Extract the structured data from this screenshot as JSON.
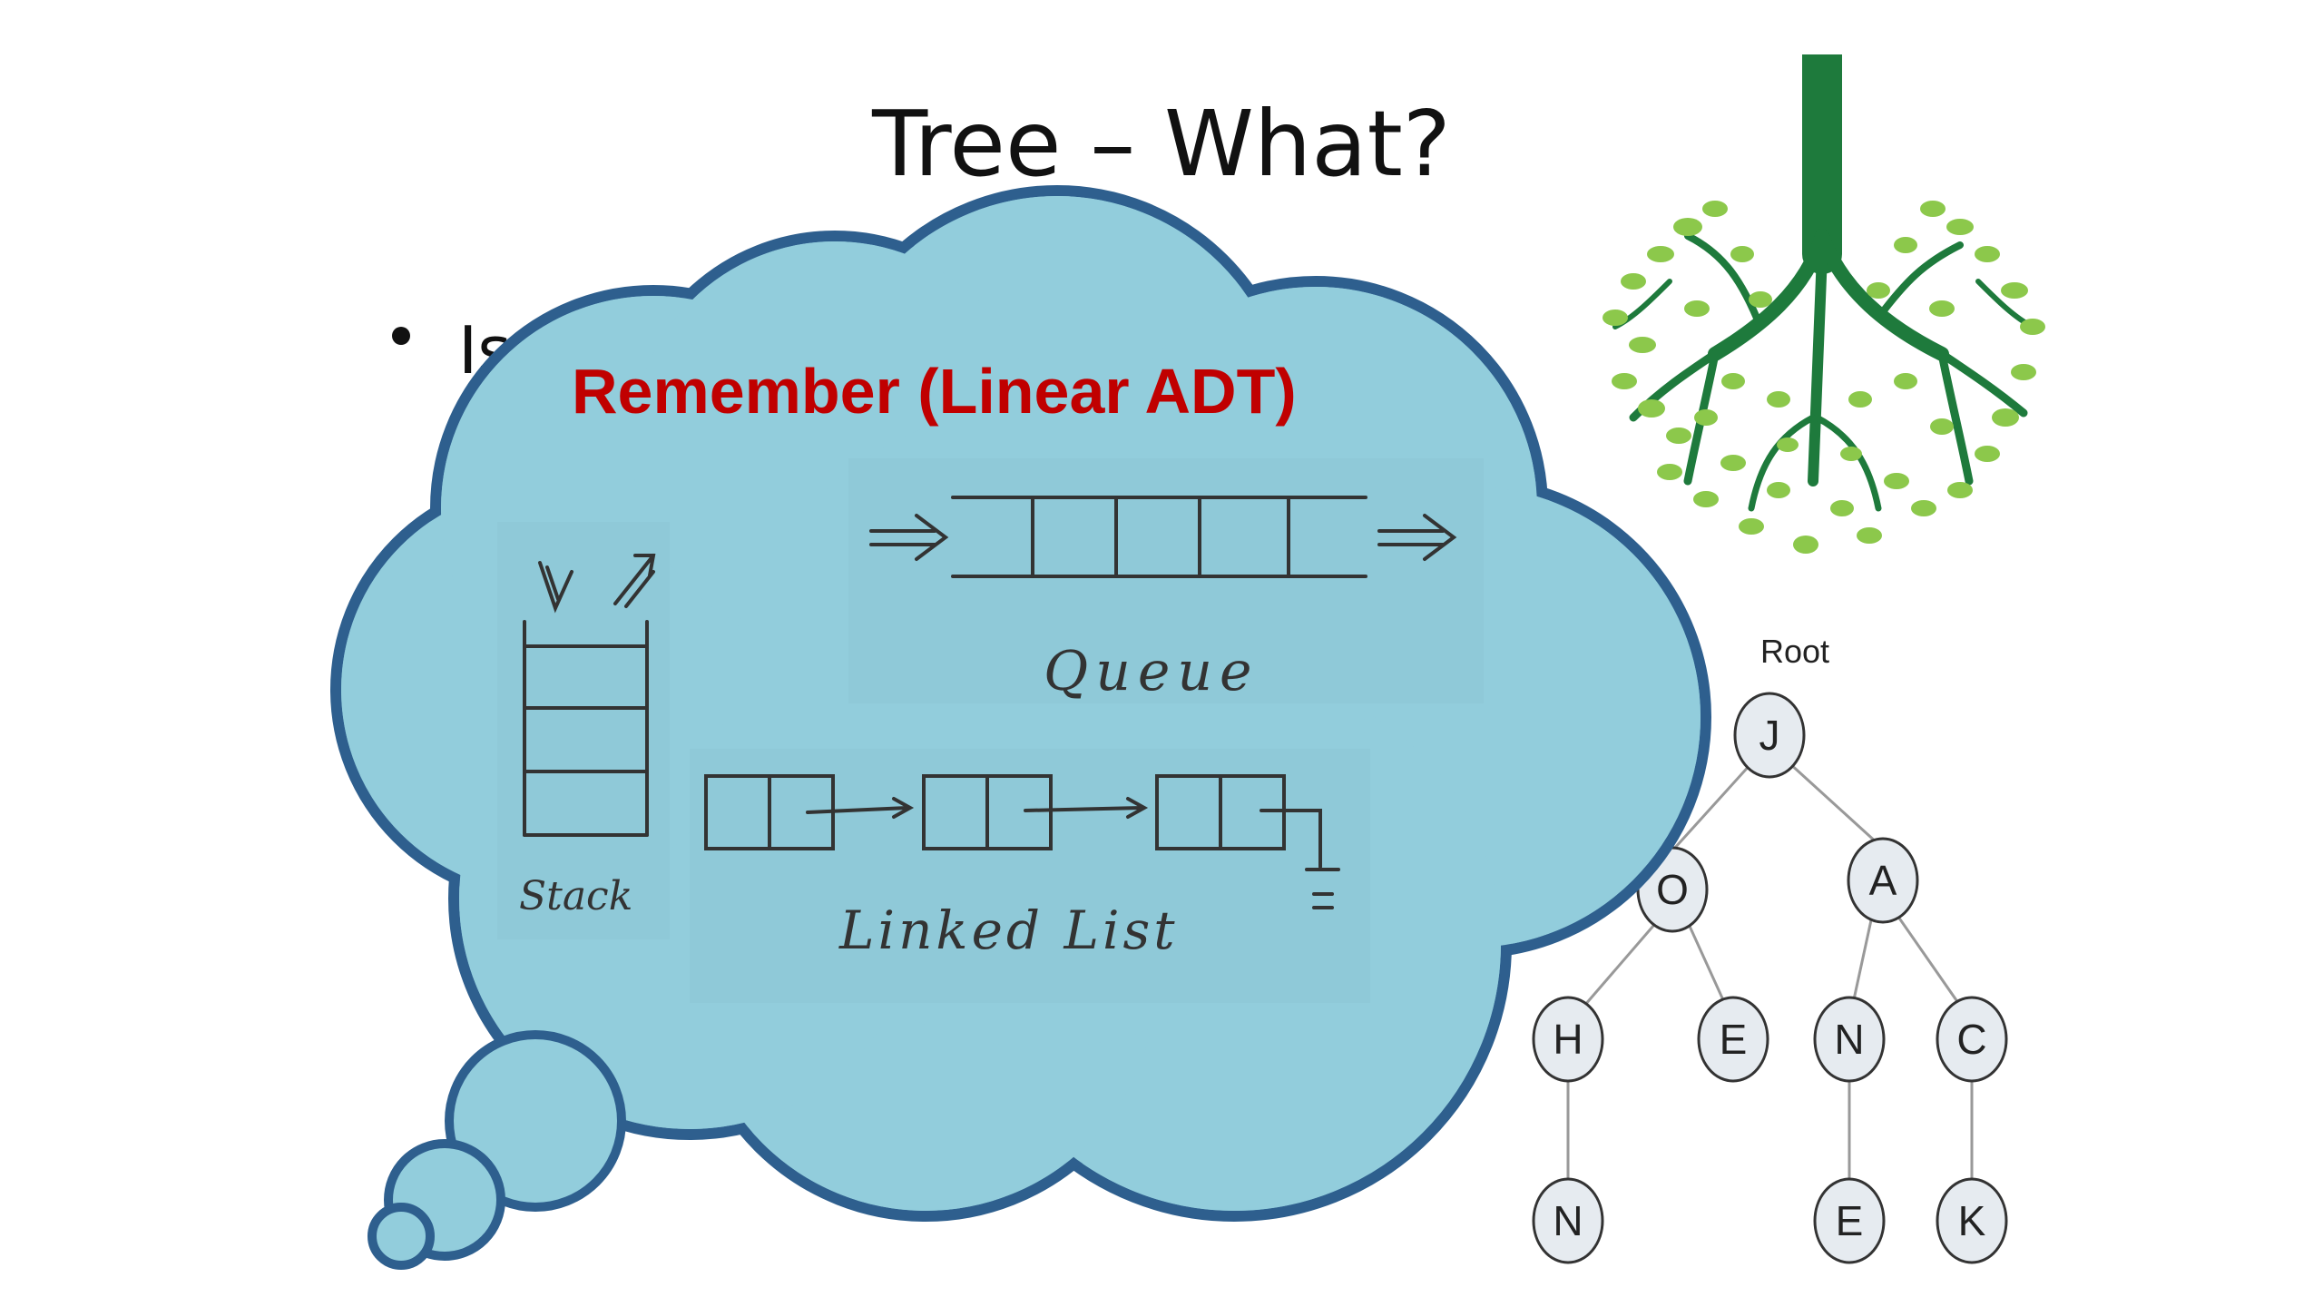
{
  "slide": {
    "title": "Tree – What?",
    "bullet_text": "Is"
  },
  "callout": {
    "heading": "Remember (Linear ADT)",
    "fill_color": "#92cddc",
    "stroke_color": "#2e5f8e",
    "heading_color": "#c00000"
  },
  "linear_adts": {
    "stack_label": "Stack",
    "queue_label": "Queue",
    "linked_list_label": "Linked List"
  },
  "tree_diagram": {
    "root_label": "Root",
    "nodes": [
      "J",
      "O",
      "A",
      "H",
      "E",
      "N",
      "C",
      "N",
      "E",
      "K"
    ]
  },
  "tree_illustration": {
    "trunk_color": "#1e7a3c",
    "leaf_color": "#8cc84b"
  }
}
